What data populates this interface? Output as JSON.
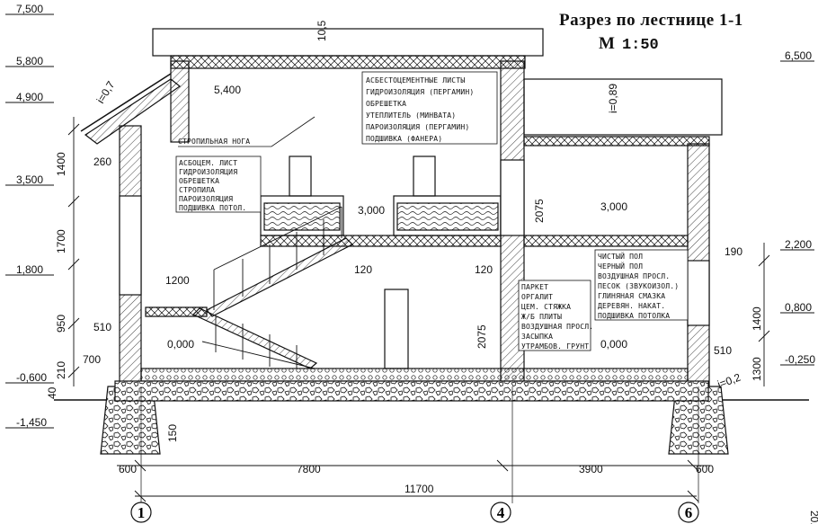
{
  "title": "Разрез по лестнице 1-1",
  "scale_prefix": "М",
  "scale_value": "1:50",
  "page_number": "20.",
  "roof_dim": "10,5",
  "slopes": {
    "left": "i=0,7",
    "right": "i=0,89",
    "ground": "i=0,2"
  },
  "left_elevations": [
    "7,500",
    "5,800",
    "4,900",
    "3,500",
    "1,800",
    "-0,600",
    "-1,450"
  ],
  "right_elevations": [
    "6,500",
    "2,200",
    "0,800",
    "-0,250"
  ],
  "interior_elevations": [
    "5,400",
    "3,000",
    "3,000",
    "0,000",
    "0,000"
  ],
  "left_dims": [
    "1400",
    "1700",
    "950",
    "700",
    "40",
    "210",
    "260",
    "510"
  ],
  "right_dims": [
    "1400",
    "1300",
    "190",
    "510"
  ],
  "interior_dims": [
    "1200",
    "120",
    "120",
    "2075",
    "2075",
    "150"
  ],
  "bottom_dims": {
    "left_600": "600",
    "span_7800": "7800",
    "span_3900": "3900",
    "right_600": "600",
    "total": "11700"
  },
  "axes": [
    "1",
    "4",
    "6"
  ],
  "roof_layers_attic": [
    "АСБЕСТОЦЕМЕНТНЫЕ ЛИСТЫ",
    "ГИДРОИЗОЛЯЦИЯ (ПЕРГАМИН)",
    "ОБРЕШЕТКА",
    "УТЕПЛИТЕЛЬ (МИНВАТА)",
    "ПАРОИЗОЛЯЦИЯ (ПЕРГАМИН)",
    "ПОДШИВКА (ФАНЕРА)"
  ],
  "rafter_label": "СТРОПИЛЬНАЯ НОГА",
  "roof_layers_left": [
    "АСБОЦЕМ. ЛИСТ",
    "ГИДРОИЗОЛЯЦИЯ",
    "ОБРЕШЕТКА",
    "СТРОПИЛА",
    "ПАРОИЗОЛЯЦИЯ",
    "ПОДШИВКА ПОТОЛ."
  ],
  "floor_layers": [
    "ПАРКЕТ",
    "ОРГАЛИТ",
    "ЦЕМ. СТЯЖКА",
    "Ж/Б ПЛИТЫ",
    "ВОЗДУШНАЯ ПРОСЛ.",
    "ЗАСЫПКА",
    "УТРАМБОВ. ГРУНТ"
  ],
  "ceiling_layers": [
    "ЧИСТЫЙ ПОЛ",
    "ЧЕРНЫЙ ПОЛ",
    "ВОЗДУШНАЯ ПРОСЛ.",
    "ПЕСОК (ЗВУКОИЗОЛ.)",
    "ГЛИНЯНАЯ СМАЗКА",
    "ДЕРЕВЯН. НАКАТ.",
    "ПОДШИВКА ПОТОЛКА"
  ]
}
